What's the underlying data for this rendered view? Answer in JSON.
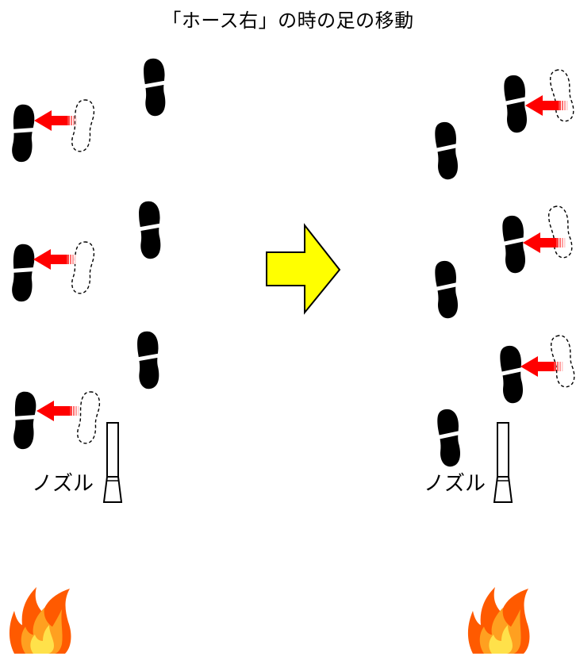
{
  "title": "「ホース右」の時の足の移動",
  "labels": {
    "nozzle_left": "ノズル",
    "nozzle_right": "ノズル"
  },
  "colors": {
    "foot": "#000000",
    "move_arrow": "#ff0000",
    "transition_arrow_fill": "#ffff00",
    "transition_arrow_stroke": "#000000",
    "flame_outer": "#ff5a00",
    "flame_inner": "#ffd21e"
  },
  "icons": {
    "foot": "footprint-icon",
    "ghost_foot": "dashed-footprint-icon",
    "move_arrow": "red-arrow-left-icon",
    "transition": "yellow-arrow-right-icon",
    "nozzle": "nozzle-icon",
    "fire": "fire-icon"
  }
}
